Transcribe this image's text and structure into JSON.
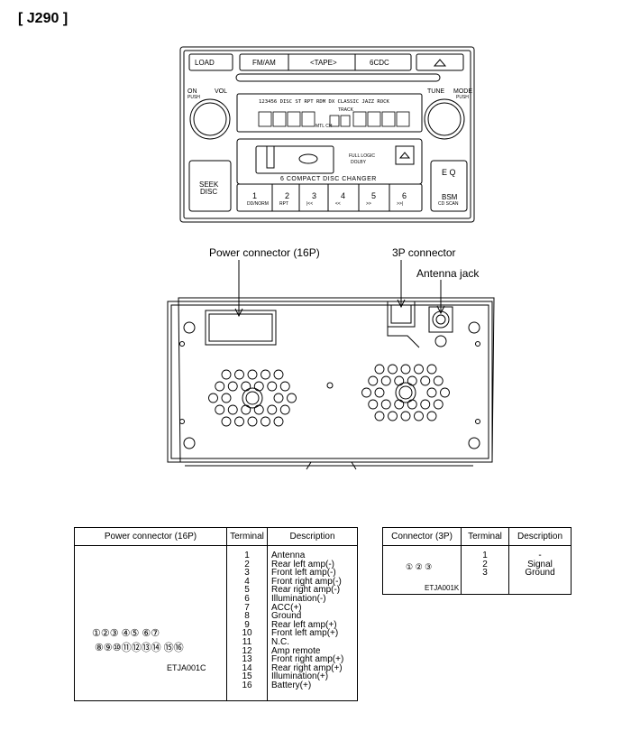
{
  "title": "[ J290 ]",
  "radio": {
    "load": "LOAD",
    "fmam": "FM/AM",
    "tape": "<TAPE>",
    "cdc": "6CDC",
    "on": "ON",
    "push1": "PUSH",
    "vol": "VOL",
    "tune": "TUNE",
    "mode": "MODE",
    "push2": "PUSH",
    "disp_top": "123456 DISC ST RPT RDM DX CLASSIC JAZZ ROCK",
    "track": "TRACK",
    "mtl": "MTL CH",
    "seek1": "SEEK",
    "seek2": "DISC",
    "changer": "6 COMPACT DISC CHANGER",
    "eq": "E Q",
    "bsm1": "BSM",
    "bsm2": "CD SCAN",
    "logic1": "FULL LOGIC",
    "logic2": "DOLBY",
    "presets": [
      {
        "num": "1",
        "sub": "DD/NORM"
      },
      {
        "num": "2",
        "sub": "RPT"
      },
      {
        "num": "3",
        "sub": "|<<"
      },
      {
        "num": "4",
        "sub": "<<"
      },
      {
        "num": "5",
        "sub": ">>"
      },
      {
        "num": "6",
        "sub": ">>|"
      }
    ]
  },
  "labels": {
    "power_connector": "Power connector (16P)",
    "p3_connector": "3P connector",
    "antenna_jack": "Antenna jack"
  },
  "table16": {
    "h1": "Power connector (16P)",
    "h2": "Terminal",
    "h3": "Description",
    "pins_top": "①②③   ④⑤  ⑥⑦",
    "pins_bottom": "⑧⑨⑩⑪⑫⑬⑭  ⑮⑯",
    "code": "ETJA001C",
    "rows": [
      {
        "t": "1",
        "d": "Antenna"
      },
      {
        "t": "2",
        "d": "Rear left amp(-)"
      },
      {
        "t": "3",
        "d": "Front left amp(-)"
      },
      {
        "t": "4",
        "d": "Front right amp(-)"
      },
      {
        "t": "5",
        "d": "Rear right amp(-)"
      },
      {
        "t": "6",
        "d": "Illumination(-)"
      },
      {
        "t": "7",
        "d": "ACC(+)"
      },
      {
        "t": "8",
        "d": "Ground"
      },
      {
        "t": "9",
        "d": "Rear left amp(+)"
      },
      {
        "t": "10",
        "d": "Front left amp(+)"
      },
      {
        "t": "11",
        "d": "N.C."
      },
      {
        "t": "12",
        "d": "Amp remote"
      },
      {
        "t": "13",
        "d": "Front right amp(+)"
      },
      {
        "t": "14",
        "d": "Rear right amp(+)"
      },
      {
        "t": "15",
        "d": "Illumination(+)"
      },
      {
        "t": "16",
        "d": "Battery(+)"
      }
    ]
  },
  "table3": {
    "h1": "Connector (3P)",
    "h2": "Terminal",
    "h3": "Description",
    "pins": "① ② ③",
    "code": "ETJA001K",
    "rows": [
      {
        "t": "1",
        "d": "-"
      },
      {
        "t": "2",
        "d": "Signal"
      },
      {
        "t": "3",
        "d": "Ground"
      }
    ]
  }
}
